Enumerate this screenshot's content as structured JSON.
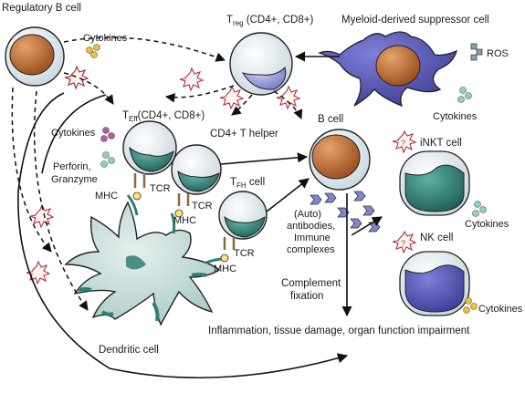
{
  "labels": {
    "regulatory_b_cell": "Regulatory B cell",
    "cytokines_breg": "Cytokines",
    "treg": "T",
    "treg_sub": "reg",
    "treg_suffix": " (CD4+, CD8+)",
    "myeloid_cell": "Myeloid-derived suppressor cell",
    "ros": "ROS",
    "cytokines_mdsc": "Cytokines",
    "teff": "T",
    "teff_sub": "Eff",
    "teff_suffix": "(CD4+, CD8+)",
    "cytokines_teff": "Cytokines",
    "cd4_t_helper": "CD4+ T helper",
    "b_cell": "B cell",
    "inkt_cell": "iNKT cell",
    "perforin": "Perforin,",
    "granzyme": "Granzyme",
    "tfh": "T",
    "tfh_sub": "FH",
    "tfh_suffix": " cell",
    "cytokines_inkt": "Cytokines",
    "mhc_1": "MHC",
    "tcr_1": "TCR",
    "tcr_2": "TCR",
    "mhc_2": "MHC",
    "antibodies_1": "(Auto)",
    "antibodies_2": "antibodies,",
    "antibodies_3": "Immune",
    "antibodies_4": "complexes",
    "nk_cell": "NK cell",
    "tcr_3": "TCR",
    "mhc_3": "MHC",
    "complement_1": "Complement",
    "complement_2": "fixation",
    "cytokines_nk": "Cytokines",
    "inflammation": "Inflammation, tissue damage, organ function impairment",
    "dendritic_cell": "Dendritic cell",
    "question_mark": "?"
  },
  "colors": {
    "breg_nucleus": "#b5652a",
    "treg_nucleus": "#8b8fd0",
    "cell_body": "#dde6ec",
    "teal_nucleus": "#2e7f74",
    "purple_cell": "#5e5cb8",
    "dendritic_body": "#b9d3d0",
    "burst": "#b02a5a"
  }
}
